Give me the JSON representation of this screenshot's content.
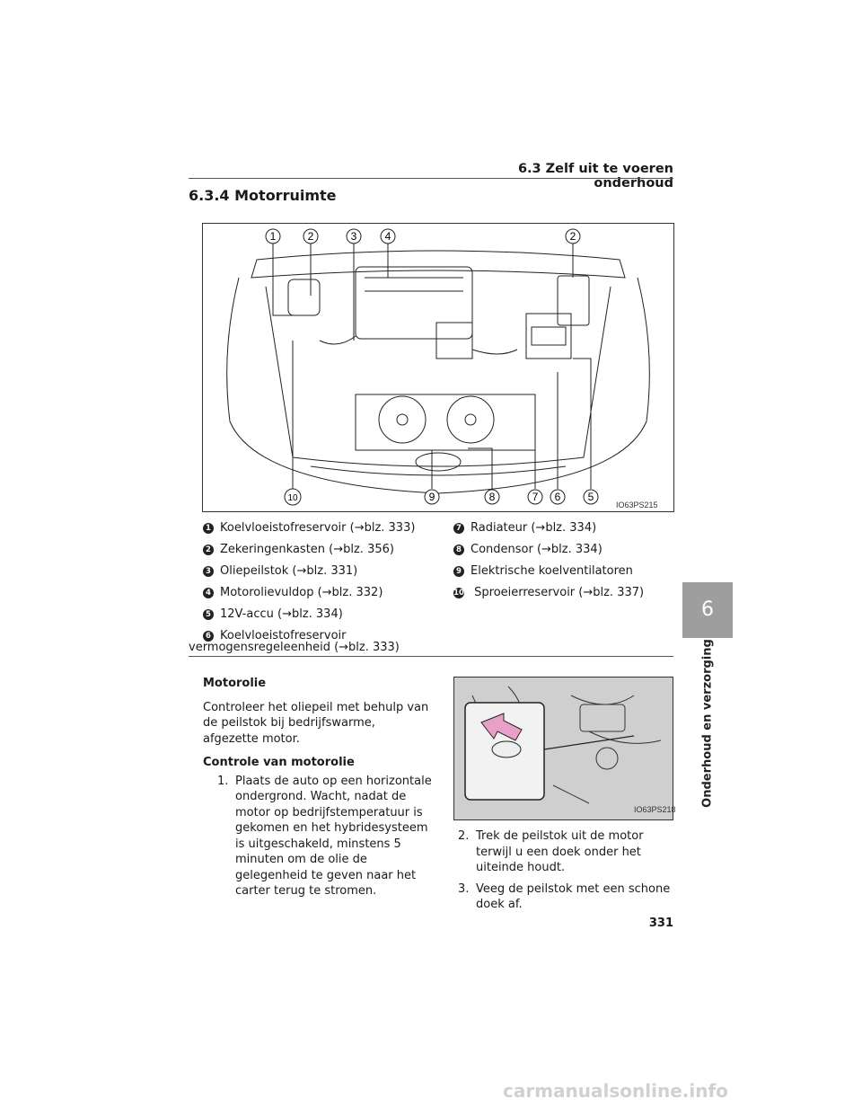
{
  "header": {
    "section": "6.3 Zelf uit te voeren onderhoud"
  },
  "title": "6.3.4 Motorruimte",
  "figure": {
    "code": "IO63PS215",
    "top_callouts": [
      "1",
      "2",
      "3",
      "4",
      "2"
    ],
    "bottom_callouts": [
      "10",
      "9",
      "8",
      "7",
      "6",
      "5"
    ]
  },
  "legend_left": [
    {
      "num": "1",
      "text": "Koelvloeistofreservoir (→blz. 333)"
    },
    {
      "num": "2",
      "text": "Zekeringenkasten (→blz. 356)"
    },
    {
      "num": "3",
      "text": "Oliepeilstok (→blz. 331)"
    },
    {
      "num": "4",
      "text": "Motorolievuldop (→blz. 332)"
    },
    {
      "num": "5",
      "text": "12V-accu (→blz. 334)"
    },
    {
      "num": "6",
      "text": "Koelvloeistofreservoir",
      "cont": "vermogensregeleenheid (→blz. 333)"
    }
  ],
  "legend_right": [
    {
      "num": "7",
      "text": "Radiateur (→blz. 334)"
    },
    {
      "num": "8",
      "text": "Condensor (→blz. 334)"
    },
    {
      "num": "9",
      "text": "Elektrische koelventilatoren"
    },
    {
      "num": "10",
      "text": " Sproeierreservoir (→blz. 337)"
    }
  ],
  "motorolie": {
    "heading": "Motorolie",
    "intro": "Controleer het oliepeil met behulp van de peilstok bij bedrijfswarme, afgezette motor.",
    "subheading": "Controle van motorolie",
    "steps": [
      {
        "num": "1.",
        "text": "Plaats de auto op een horizontale ondergrond. Wacht, nadat de motor op bedrijfstemperatuur is gekomen en het hybridesysteem is uitgeschakeld, minstens 5 minuten om de olie de gelegenheid te geven naar het carter terug te stromen."
      },
      {
        "num": "2.",
        "text": "Trek de peilstok uit de motor terwijl u een doek onder het uiteinde houdt."
      },
      {
        "num": "3.",
        "text": "Veeg de peilstok met een schone doek af."
      }
    ]
  },
  "photo": {
    "code": "IO63PS218"
  },
  "side_tab": {
    "number": "6",
    "label": "Onderhoud en verzorging"
  },
  "page_number": "331",
  "watermark": "carmanualsonline.info"
}
